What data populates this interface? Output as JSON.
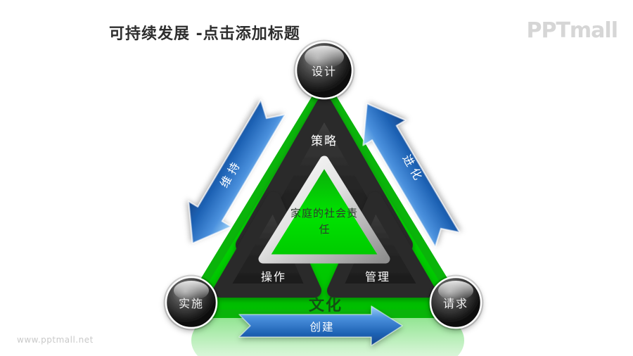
{
  "slide": {
    "title": "可持续发展 -点击添加标题",
    "brand_logo": "PPTmall",
    "watermark": "www.pptmall.net"
  },
  "diagram": {
    "spheres": {
      "top": "设计",
      "bottom_left": "实施",
      "bottom_right": "请求"
    },
    "triangle_labels": {
      "top": "策略",
      "bottom_left": "操作",
      "bottom_right": "管理",
      "base": "文化"
    },
    "center_text": {
      "line1": "家庭的社会责",
      "line2": "任"
    },
    "arrows": {
      "left": "维持",
      "right": "进化",
      "bottom": "创建"
    },
    "colors": {
      "triangle_green": "#00c800",
      "panel_dark": "#2a2a2a",
      "arrow_blue": "#2a6cc0",
      "ring_silver": "#cfcfcf",
      "base_label_green": "#134f13",
      "logo_gray": "#d6d6d6"
    }
  }
}
